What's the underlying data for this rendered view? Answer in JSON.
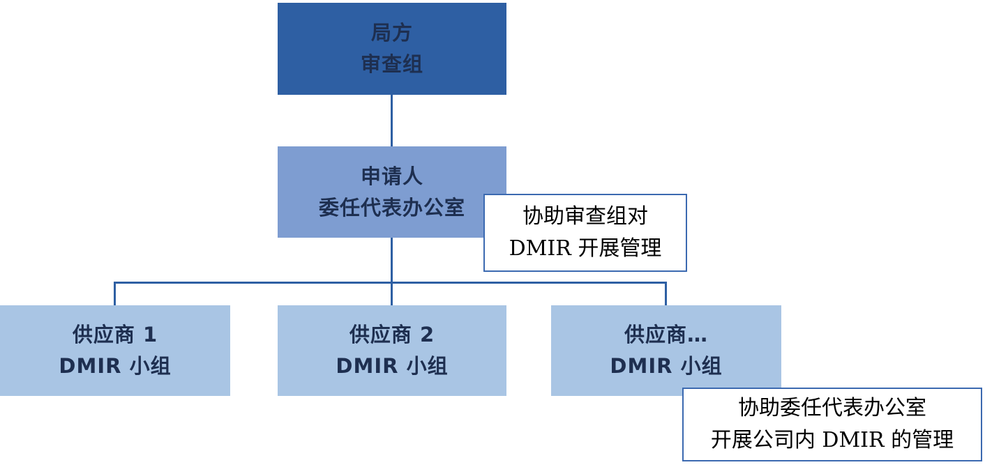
{
  "nodes": {
    "authority": {
      "line1": "局方",
      "line2": "审查组"
    },
    "applicant": {
      "line1": "申请人",
      "line2": "委任代表办公室"
    },
    "supplier1": {
      "line1": "供应商 1",
      "line2": "DMIR 小组"
    },
    "supplier2": {
      "line1": "供应商 2",
      "line2": "DMIR 小组"
    },
    "supplier_n": {
      "line1": "供应商…",
      "line2": "DMIR 小组"
    }
  },
  "annotations": {
    "review_note": {
      "line1": "协助审查组对",
      "line2": "DMIR 开展管理"
    },
    "office_note": {
      "line1": "协助委任代表办公室",
      "line2": "开展公司内 DMIR 的管理"
    }
  },
  "colors": {
    "node_dark": "#2E5FA3",
    "node_medium": "#7E9DD1",
    "node_light": "#A9C5E4",
    "connector": "#2E5FA3",
    "annotation_border": "#3B69B0",
    "node_text": "#1E2F50",
    "annotation_text": "#000000"
  }
}
